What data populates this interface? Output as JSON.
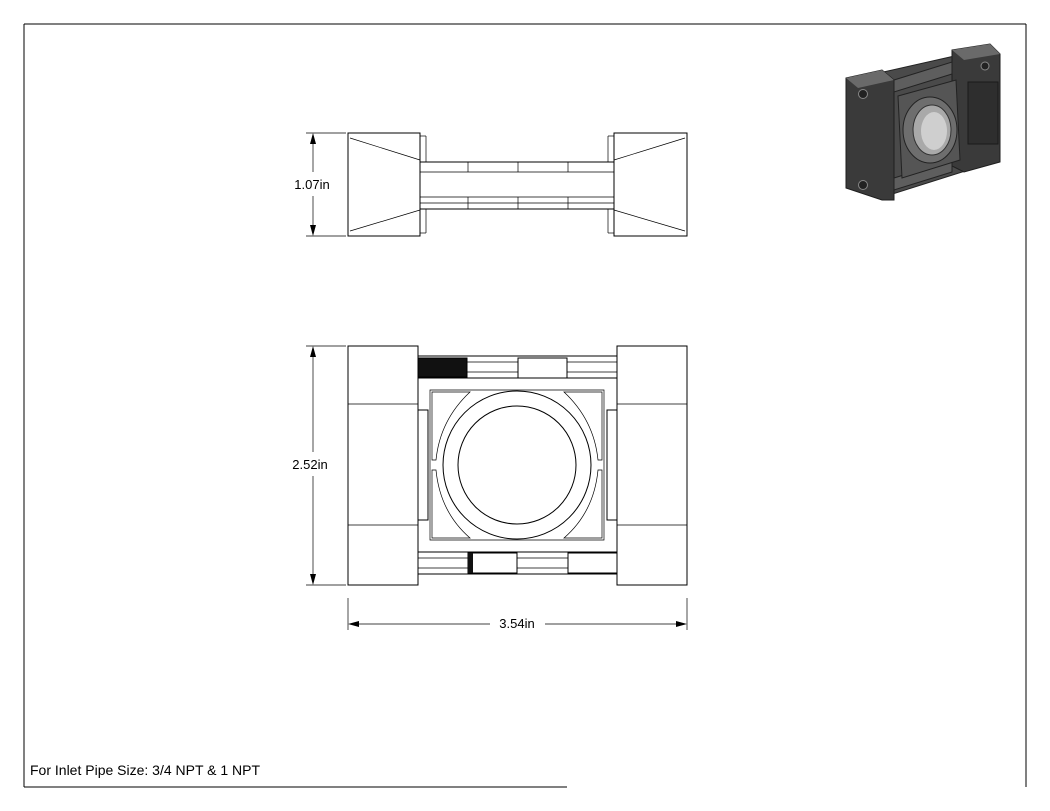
{
  "dimensions": {
    "height_side": "1.07in",
    "height_front": "2.52in",
    "width_front": "3.54in"
  },
  "note": "For Inlet Pipe Size: 3/4 NPT & 1 NPT",
  "icons": {
    "iso_view": "isometric-part-render-icon"
  },
  "colors": {
    "line": "#000000",
    "paper": "#ffffff",
    "render_dark": "#3a3a3a",
    "render_mid": "#5a5a5a",
    "render_light": "#8a8a8a"
  }
}
